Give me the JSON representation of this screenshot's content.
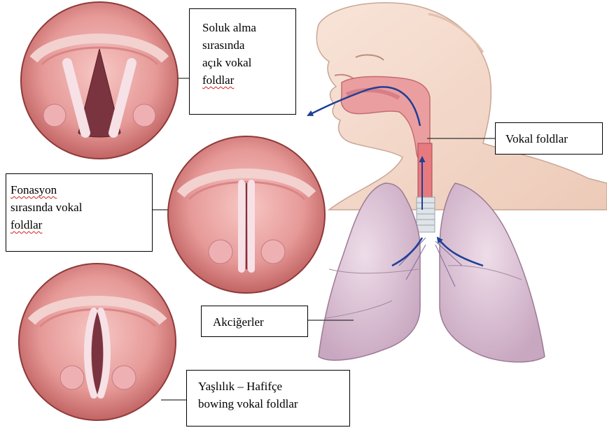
{
  "callouts": {
    "breathing": {
      "lines": [
        "Soluk alma",
        "sırasında",
        "açık vokal",
        "foldlar"
      ]
    },
    "phonation": {
      "lines": [
        "Fonasyon",
        "sırasında vokal",
        "foldlar"
      ]
    },
    "vocal_folds": {
      "lines": [
        "Vokal foldlar"
      ]
    },
    "lungs": {
      "lines": [
        "Akciğerler"
      ]
    },
    "aging": {
      "lines": [
        "Yaşlılık – Hafifçe",
        "bowing vokal foldlar"
      ]
    }
  },
  "colors": {
    "skin": "#f3d7c8",
    "lung": "#d9bfd3",
    "mucosa": "#e98f93",
    "fold": "#f6e1e6",
    "airflow_arrow": "#1f3f97"
  }
}
